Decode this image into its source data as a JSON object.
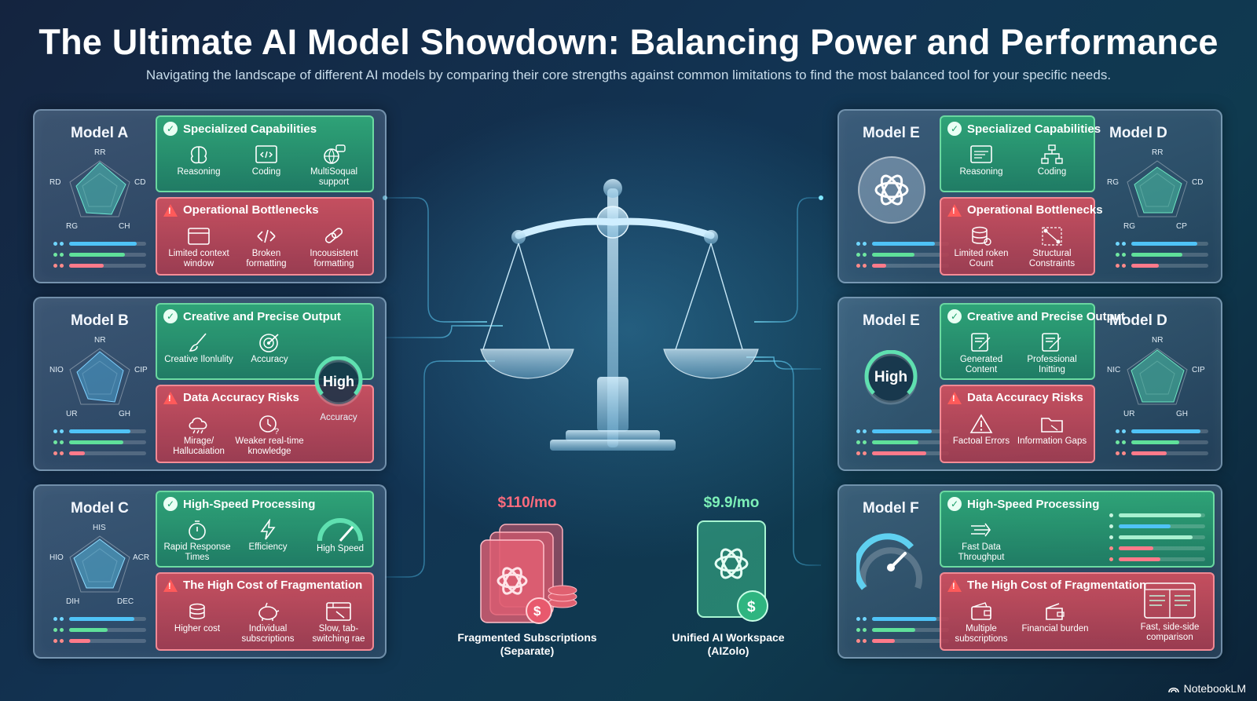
{
  "header": {
    "title": "The Ultimate AI Model Showdown: Balancing Power and Performance",
    "subtitle": "Navigating the landscape of different AI models by comparing their core strengths against common limitations to find the most balanced tool for your specific needs."
  },
  "colors": {
    "green": "#2eaa78",
    "red": "#d2505f",
    "accent": "#5fd6ff"
  },
  "cards": {
    "a": {
      "name": "Model A",
      "radar": [
        "RR",
        "CD",
        "CH",
        "RG",
        "RD"
      ],
      "green": {
        "title": "Specialized Capabilities",
        "items": [
          "Reasoning",
          "Coding",
          "MultiSoqual support"
        ]
      },
      "red": {
        "title": "Operational Bottlenecks",
        "items": [
          "Limited context window",
          "Broken formatting",
          "Incousistent formatting"
        ]
      }
    },
    "b": {
      "name": "Model B",
      "radar": [
        "NR",
        "CIP",
        "GH",
        "UR",
        "NIO"
      ],
      "green": {
        "title": "Creative and Precise Output",
        "items": [
          "Creative Ilonlulity",
          "Accuracy"
        ]
      },
      "red": {
        "title": "Data Accuracy Risks",
        "items": [
          "Mirage/ Hallucaiation",
          "Weaker real-time knowledge"
        ]
      },
      "gauge": {
        "value": "High",
        "label": "Accuracy"
      }
    },
    "c": {
      "name": "Model C",
      "radar": [
        "HIS",
        "ACR",
        "DEC",
        "DIH",
        "HIO"
      ],
      "green": {
        "title": "High-Speed Processing",
        "items": [
          "Rapid Response Times",
          "Efficiency",
          "High Speed"
        ]
      },
      "red": {
        "title": "The High Cost of Fragmentation",
        "items": [
          "Higher cost",
          "Individual subscriptions",
          "Slow, tab-switching rae"
        ]
      }
    },
    "e1": {
      "name": "Model E",
      "name2": "Model D",
      "radar": [
        "RR",
        "CD",
        "CP",
        "RG",
        "RG"
      ],
      "green": {
        "title": "Specialized Capabilities",
        "items": [
          "Reasoning",
          "Coding"
        ]
      },
      "red": {
        "title": "Operational Bottlenecks",
        "items": [
          "Limited roken Count",
          "Structural Constraints"
        ]
      }
    },
    "e2": {
      "name": "Model E",
      "name2": "Model D",
      "radar": [
        "NR",
        "CIP",
        "GH",
        "UR",
        "NIC"
      ],
      "green": {
        "title": "Creative and Precise Output",
        "items": [
          "Generated Content",
          "Professional Initting"
        ]
      },
      "red": {
        "title": "Data Accuracy Risks",
        "items": [
          "Factoal Errors",
          "Information Gaps"
        ]
      },
      "gauge": {
        "value": "High"
      }
    },
    "f": {
      "name": "Model F",
      "green": {
        "title": "High-Speed Processing",
        "items": [
          "Fast Data Throughput"
        ]
      },
      "red": {
        "title": "The High Cost of Fragmentation",
        "items": [
          "Multiple subscriptions",
          "Financial burden",
          "Fast, side-side comparison"
        ]
      }
    }
  },
  "pricing": {
    "left": {
      "price": "$110/mo",
      "caption": "Fragmented Subscriptions (Separate)"
    },
    "right": {
      "price": "$9.9/mo",
      "caption": "Unified AI Workspace (AIZolo)"
    }
  },
  "brand": {
    "name": "NotebookLM"
  },
  "icons": [
    "check-icon",
    "warning-icon",
    "brain-icon",
    "code-icon",
    "chat-globe-icon",
    "window-icon",
    "broken-link-icon",
    "chain-link-icon",
    "brush-icon",
    "target-icon",
    "cloud-icon",
    "clock-question-icon",
    "stopwatch-icon",
    "lightning-icon",
    "speedometer-icon",
    "coins-icon",
    "piggy-bank-icon",
    "slow-tab-icon",
    "database-icon",
    "nodes-icon",
    "document-edit-icon",
    "alert-icon",
    "folder-icon",
    "fast-arrows-icon",
    "wallet-icon",
    "compare-window-icon",
    "ai-logo-icon",
    "balance-scale-icon",
    "dollar-coin-icon"
  ]
}
